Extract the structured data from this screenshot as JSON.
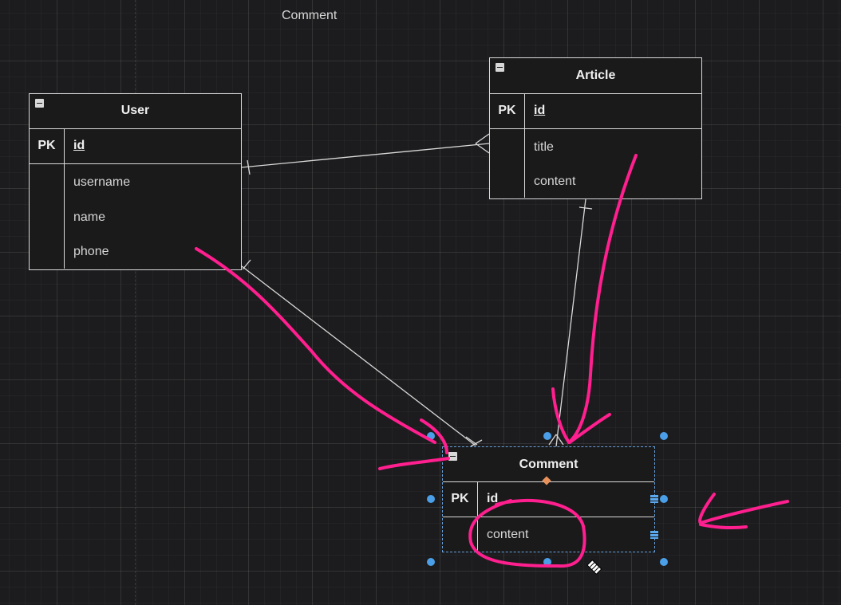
{
  "canvas": {
    "floating_label": "Comment"
  },
  "entities": {
    "user": {
      "title": "User",
      "pk_label": "PK",
      "pk_field": "id",
      "fields": [
        "username",
        "name",
        "phone"
      ]
    },
    "article": {
      "title": "Article",
      "pk_label": "PK",
      "pk_field": "id",
      "fields": [
        "title",
        "content"
      ]
    },
    "comment": {
      "title": "Comment",
      "pk_label": "PK",
      "pk_field": "id",
      "fields": [
        "content"
      ],
      "selected": true
    }
  },
  "relationships": [
    {
      "from": "User",
      "to": "Article",
      "from_card": "one",
      "to_card": "many"
    },
    {
      "from": "User",
      "to": "Comment",
      "from_card": "one",
      "to_card": "many"
    },
    {
      "from": "Article",
      "to": "Comment",
      "from_card": "one",
      "to_card": "many"
    }
  ],
  "colors": {
    "background": "#1c1c1e",
    "line": "#d9d9d9",
    "annotation": "#ff1f8e",
    "selection": "#4a9fe8",
    "anchor": "#e8915a"
  }
}
